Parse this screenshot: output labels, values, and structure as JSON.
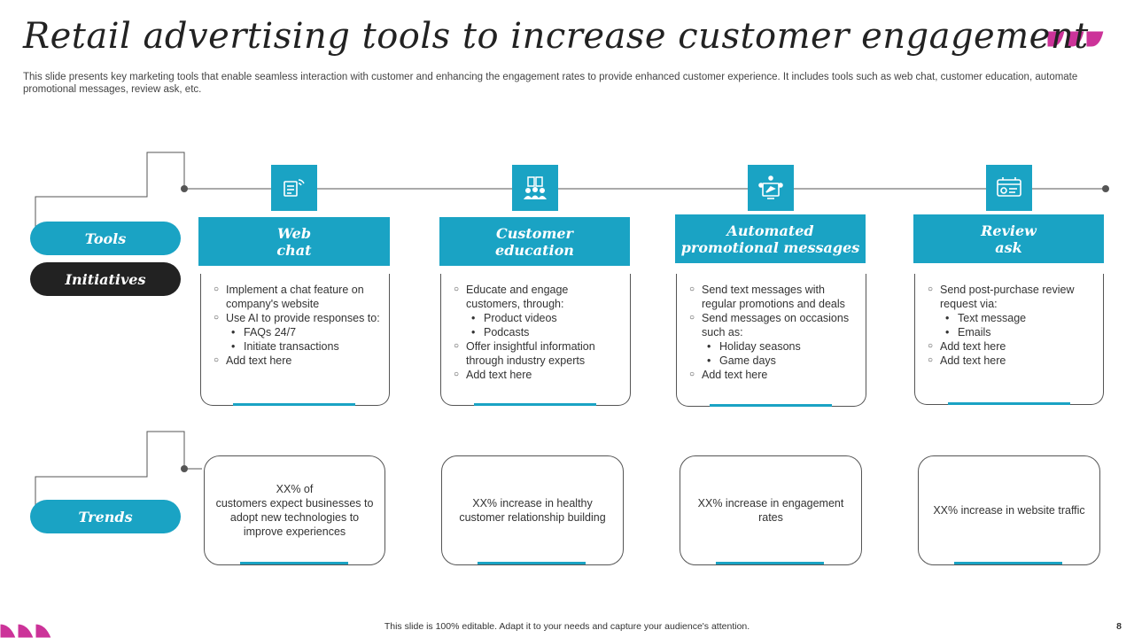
{
  "title": "Retail advertising tools to increase customer engagement",
  "subtitle": "This slide presents key marketing tools that enable seamless interaction with customer and enhancing the engagement rates to provide enhanced customer experience. It includes tools such as web chat, customer education, automate promotional messages, review ask, etc.",
  "labels": {
    "tools": "Tools",
    "initiatives": "Initiatives",
    "trends": "Trends"
  },
  "tools": [
    {
      "icon": "chat-support-icon",
      "title_lines": [
        "Web",
        "chat"
      ],
      "items": [
        {
          "type": "o",
          "text": "Implement  a chat feature  on company's website"
        },
        {
          "type": "o",
          "text": "Use AI to provide responses to:"
        },
        {
          "type": "b",
          "text": "FAQs 24/7"
        },
        {
          "type": "b",
          "text": "Initiate transactions"
        },
        {
          "type": "o",
          "text": "Add text here"
        }
      ],
      "trend": "XX%  of\ncustomers expect businesses to adopt new technologies to improve experiences"
    },
    {
      "icon": "education-icon",
      "title_lines": [
        "Customer",
        "education"
      ],
      "items": [
        {
          "type": "o",
          "text": "Educate and engage customers, through:"
        },
        {
          "type": "b",
          "text": "Product videos"
        },
        {
          "type": "b",
          "text": "Podcasts"
        },
        {
          "type": "o",
          "text": "Offer insightful information through industry experts"
        },
        {
          "type": "o",
          "text": "Add text here"
        }
      ],
      "trend": "XX%  increase in healthy customer relationship building"
    },
    {
      "icon": "promotion-icon",
      "title_lines": [
        "Automated",
        "promotional messages"
      ],
      "items": [
        {
          "type": "o",
          "text": "Send text messages with regular promotions and deals"
        },
        {
          "type": "o",
          "text": "Send messages on occasions such as:"
        },
        {
          "type": "b",
          "text": "Holiday seasons"
        },
        {
          "type": "b",
          "text": "Game days"
        },
        {
          "type": "o",
          "text": "Add text here"
        }
      ],
      "trend": "XX%  increase in engagement rates"
    },
    {
      "icon": "review-icon",
      "title_lines": [
        "Review",
        "ask"
      ],
      "items": [
        {
          "type": "o",
          "text": " Send post-purchase review request via:"
        },
        {
          "type": "b",
          "text": "Text message"
        },
        {
          "type": "b",
          "text": "Emails"
        },
        {
          "type": "o",
          "text": "Add text here"
        },
        {
          "type": "o",
          "text": "Add text here"
        }
      ],
      "trend": "XX%  increase in website traffic"
    }
  ],
  "footer": "This slide is 100% editable.  Adapt it to your needs and capture your audience's attention.",
  "page_number": "8",
  "colors": {
    "accent": "#1aa3c4",
    "dark": "#222222",
    "logo": "#cc3399"
  }
}
